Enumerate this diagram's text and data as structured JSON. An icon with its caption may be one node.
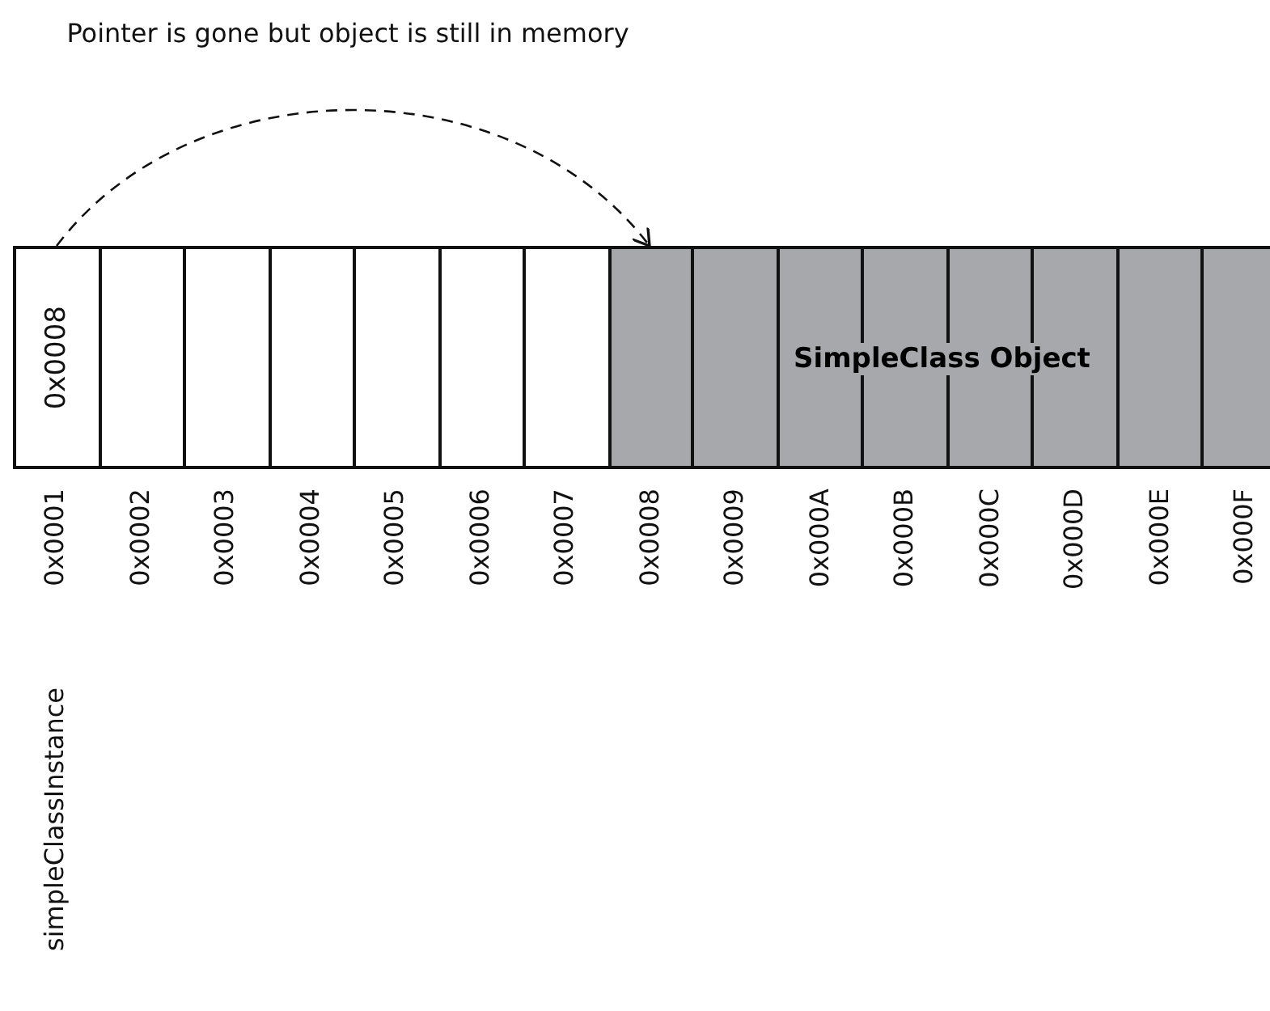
{
  "diagram": {
    "nodes": [
      {
        "text": [
          "0x0008"
        ]
      },
      {
        "text": [],
        "shape": "box"
      },
      {
        "text": [],
        "shape": "box"
      },
      {
        "text": [],
        "shape": "box"
      },
      {
        "text": [],
        "shape": "box"
      },
      {
        "text": [],
        "shape": "box"
      },
      {
        "text": [],
        "shape": "box"
      },
      {
        "text": [
          "SimpleClass Object"
        ]
      }
    ],
    "edges": [
      {
        "from": 0,
        "to": 7,
        "arrow": "to",
        "style": "dashed"
      }
    ],
    "labels": [
      "Pointer is gone but object is still in memory",
      "0x0001",
      "0x0002",
      "0x0003",
      "0x0004",
      "0x0005",
      "0x0006",
      "0x0007",
      "0x0008",
      "0x0009",
      "0x000A",
      "0x000B",
      "0x000C",
      "0x000D",
      "0x000E",
      "0x000F",
      "simpleClassInstance"
    ]
  }
}
